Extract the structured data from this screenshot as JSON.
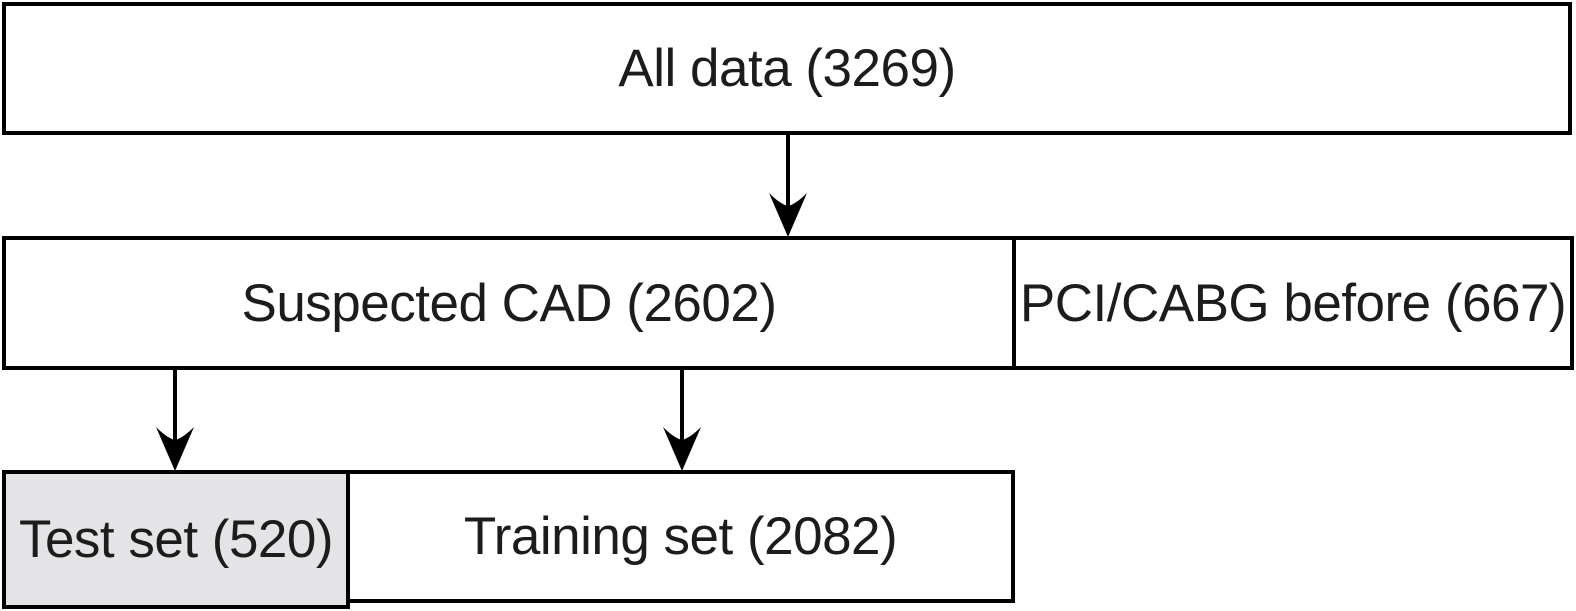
{
  "diagram": {
    "type": "flowchart",
    "background": "#ffffff",
    "border_color": "#000000",
    "text_color": "#1c1c1c",
    "highlight_fill": "#e4e4e6",
    "nodes": {
      "all_data": {
        "name": "All data",
        "count": 3269,
        "label": "All data (3269)",
        "highlighted": false
      },
      "suspected_cad": {
        "name": "Suspected CAD",
        "count": 2602,
        "label": "Suspected CAD (2602)",
        "highlighted": false
      },
      "pci_cabg_before": {
        "name": "PCI/CABG before",
        "count": 667,
        "label": "PCI/CABG before (667)",
        "highlighted": false
      },
      "test_set": {
        "name": "Test set",
        "count": 520,
        "label": "Test set (520)",
        "highlighted": true
      },
      "training_set": {
        "name": "Training set",
        "count": 2082,
        "label": "Training set (2082)",
        "highlighted": false
      }
    },
    "edges": [
      {
        "from": "all_data",
        "to": "suspected_cad"
      },
      {
        "from": "suspected_cad",
        "to": "test_set"
      },
      {
        "from": "suspected_cad",
        "to": "training_set"
      }
    ]
  }
}
